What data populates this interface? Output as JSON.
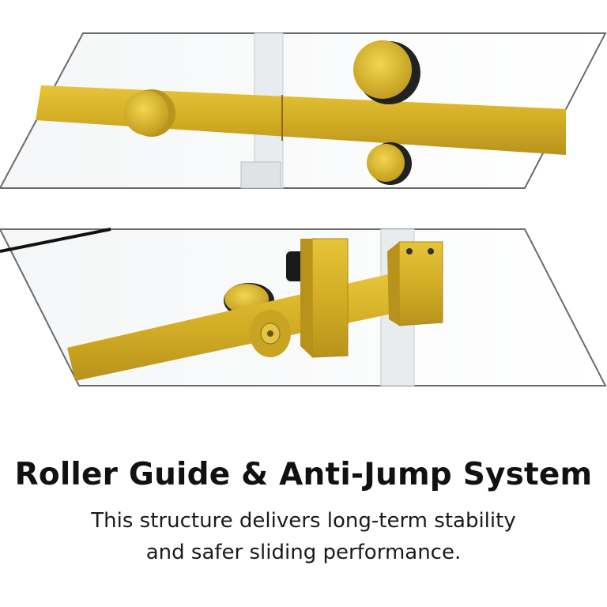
{
  "heading": "Roller Guide & Anti-Jump System",
  "description": {
    "line1": "This structure delivers long-term stability",
    "line2": "and safer sliding performance."
  },
  "colors": {
    "gold": "#d8b22a",
    "gold_dark": "#a8861a",
    "frame": "#6b6b6b"
  }
}
